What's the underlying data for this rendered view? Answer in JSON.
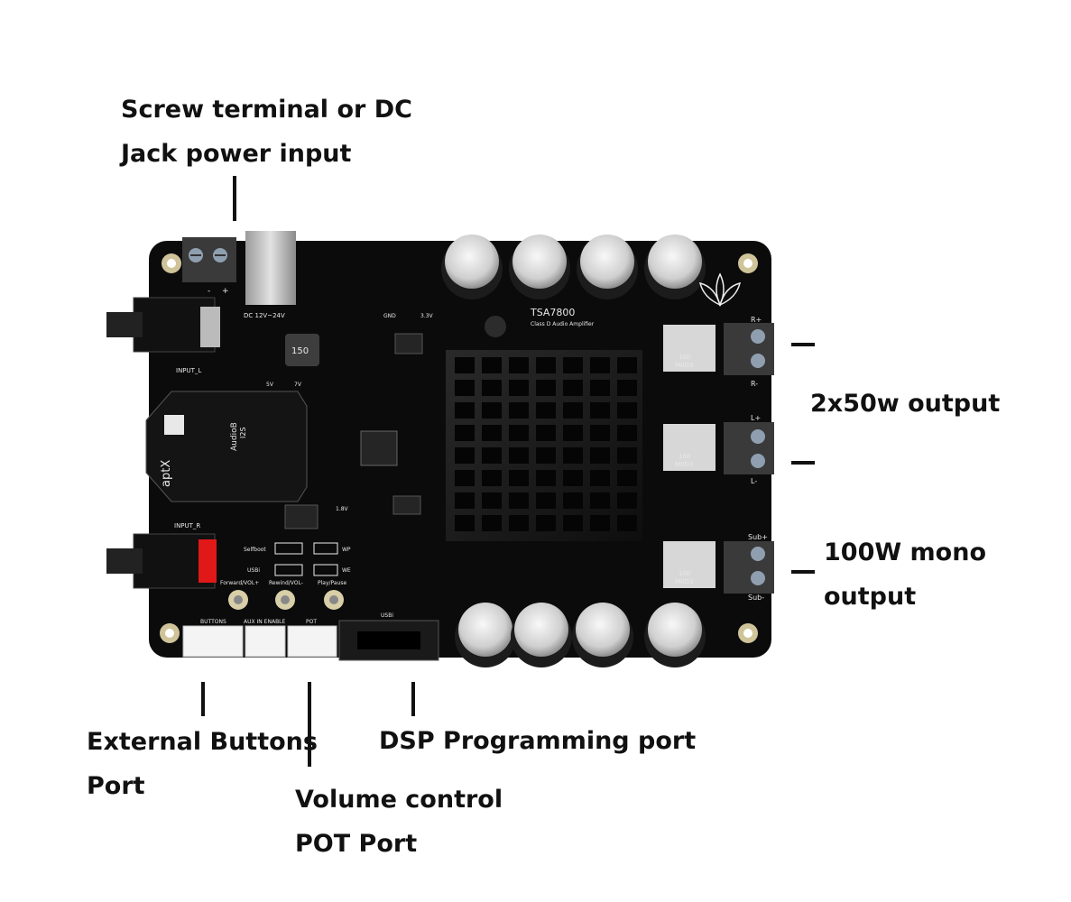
{
  "callouts": {
    "power_input": {
      "line1": "Screw terminal or DC",
      "line2": "Jack power input"
    },
    "stereo_output": {
      "line1": "2x50w output"
    },
    "mono_output": {
      "line1": "100W mono",
      "line2": "output"
    },
    "buttons_port": {
      "line1": "External Buttons",
      "line2": "Port"
    },
    "pot_port": {
      "line1": "Volume control",
      "line2": "POT Port"
    },
    "dsp_port": {
      "line1": "DSP Programming port"
    }
  },
  "board": {
    "model": "TSA7800",
    "subtitle": "Class D Audio Amplifier",
    "dc_label": "DC 12V~24V",
    "input_l": "INPUT_L",
    "input_r": "INPUT_R",
    "inductor_code": "150",
    "out_r_plus": "R+",
    "out_r_minus": "R-",
    "out_l_plus": "L+",
    "out_l_minus": "L-",
    "out_sub_plus": "Sub+",
    "out_sub_minus": "Sub-",
    "choke_code": "100",
    "choke_marking": "M0D3",
    "gnd": "GND",
    "v33": "3.3V",
    "v5": "5V",
    "v7": "7V",
    "v18": "1.8V",
    "selfboot": "Selfboot",
    "usbi_jumper": "USBi",
    "wp": "WP",
    "we": "WE",
    "btn_forward": "Forward/VOL+",
    "btn_rewind": "Rewind/VOL-",
    "btn_play": "Play/Pause",
    "hdr_buttons": "BUTTONS",
    "hdr_aux": "AUX IN ENABLE",
    "hdr_pot": "POT",
    "hdr_usbi": "USBi",
    "module_brand": "aptX",
    "module_name": "AudioB",
    "module_sub": "I2S",
    "plus": "+",
    "minus": "-"
  },
  "colors": {
    "pcb": "#0b0b0b",
    "heatsink": "#161616",
    "terminal": "#3a3a3a",
    "connector": "#f4f4f4",
    "capacitor": "#d9d9d9",
    "rca_red": "#e01818",
    "text": "#111111"
  }
}
